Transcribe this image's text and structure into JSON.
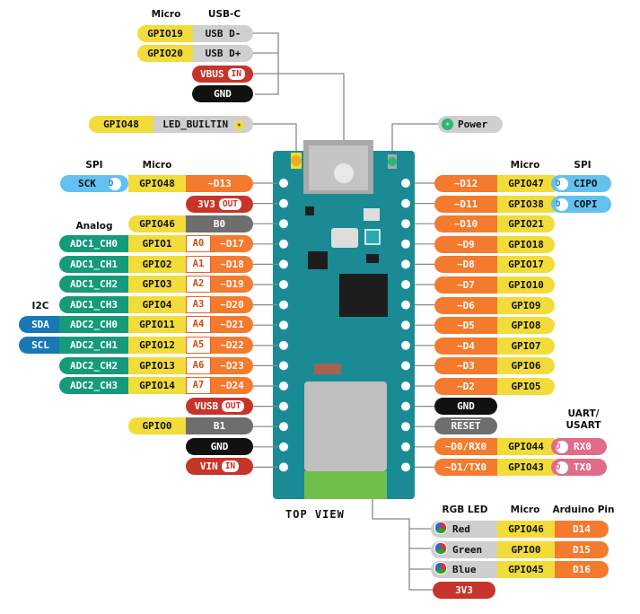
{
  "colors": {
    "yellow": "#f2dc3a",
    "orange": "#f47a2d",
    "gray": "#cfcfcf",
    "darkgray": "#6e6e6e",
    "teal": "#159a7a",
    "blue": "#1a78b6",
    "lightblue": "#63c1ef",
    "red": "#c7342a",
    "black": "#111111",
    "pink": "#e06c8a",
    "board": "#1a8b94"
  },
  "usb": {
    "hdr_micro": "Micro",
    "hdr_usbc": "USB-C",
    "rows": [
      {
        "micro": "GPIO19",
        "pin": "USB D-"
      },
      {
        "micro": "GPIO20",
        "pin": "USB D+"
      }
    ],
    "vbus": "VBUS",
    "vbus_badge": "IN",
    "gnd": "GND"
  },
  "led_builtin": {
    "micro": "GPIO48",
    "label": "LED_BUILTIN"
  },
  "power": "Power",
  "left": {
    "hdr_spi": "SPI",
    "hdr_micro": "Micro",
    "hdr_analog": "Analog",
    "hdr_i2c": "I2C",
    "sck": "SCK",
    "sck_dir": "D",
    "d13_micro": "GPIO48",
    "d13": "~D13",
    "v33": "3V3",
    "v33_badge": "OUT",
    "b0_micro": "GPIO46",
    "b0": "B0",
    "analog_rows": [
      {
        "i2c": "",
        "adc": "ADC1_CH0",
        "micro": "GPIO1",
        "a": "A0",
        "d": "~D17"
      },
      {
        "i2c": "",
        "adc": "ADC1_CH1",
        "micro": "GPIO2",
        "a": "A1",
        "d": "~D18"
      },
      {
        "i2c": "",
        "adc": "ADC1_CH2",
        "micro": "GPIO3",
        "a": "A2",
        "d": "~D19"
      },
      {
        "i2c": "",
        "adc": "ADC1_CH3",
        "micro": "GPIO4",
        "a": "A3",
        "d": "~D20"
      },
      {
        "i2c": "SDA",
        "adc": "ADC2_CH0",
        "micro": "GPIO11",
        "a": "A4",
        "d": "~D21"
      },
      {
        "i2c": "SCL",
        "adc": "ADC2_CH1",
        "micro": "GPIO12",
        "a": "A5",
        "d": "~D22"
      },
      {
        "i2c": "",
        "adc": "ADC2_CH2",
        "micro": "GPIO13",
        "a": "A6",
        "d": "~D23"
      },
      {
        "i2c": "",
        "adc": "ADC2_CH3",
        "micro": "GPIO14",
        "a": "A7",
        "d": "~D24"
      }
    ],
    "vusb": "VUSB",
    "vusb_badge": "OUT",
    "b1_micro": "GPIO0",
    "b1": "B1",
    "gnd": "GND",
    "vin": "VIN",
    "vin_badge": "IN"
  },
  "right": {
    "hdr_micro": "Micro",
    "hdr_spi": "SPI",
    "hdr_uart": "UART/",
    "hdr_usart": "USART",
    "rows": [
      {
        "d": "~D12",
        "micro": "GPIO47",
        "spi": "CIPO",
        "dir": "D"
      },
      {
        "d": "~D11",
        "micro": "GPIO38",
        "spi": "COPI",
        "dir": "D"
      },
      {
        "d": "~D10",
        "micro": "GPIO21",
        "spi": "",
        "dir": ""
      },
      {
        "d": "~D9",
        "micro": "GPIO18",
        "spi": "",
        "dir": ""
      },
      {
        "d": "~D8",
        "micro": "GPIO17",
        "spi": "",
        "dir": ""
      },
      {
        "d": "~D7",
        "micro": "GPIO10",
        "spi": "",
        "dir": ""
      },
      {
        "d": "~D6",
        "micro": "GPIO9",
        "spi": "",
        "dir": ""
      },
      {
        "d": "~D5",
        "micro": "GPIO8",
        "spi": "",
        "dir": ""
      },
      {
        "d": "~D4",
        "micro": "GPIO7",
        "spi": "",
        "dir": ""
      },
      {
        "d": "~D3",
        "micro": "GPIO6",
        "spi": "",
        "dir": ""
      },
      {
        "d": "~D2",
        "micro": "GPIO5",
        "spi": "",
        "dir": ""
      }
    ],
    "gnd": "GND",
    "reset": "RESET",
    "uart_rows": [
      {
        "d": "~D0/RX0",
        "micro": "GPIO44",
        "uart": "RX0",
        "dir": "D"
      },
      {
        "d": "~D1/TX0",
        "micro": "GPIO43",
        "uart": "TX0",
        "dir": "D"
      }
    ]
  },
  "rgb": {
    "hdr_led": "RGB LED",
    "hdr_micro": "Micro",
    "hdr_pin": "Arduino Pin",
    "rows": [
      {
        "color": "Red",
        "micro": "GPIO46",
        "pin": "D14"
      },
      {
        "color": "Green",
        "micro": "GPIO0",
        "pin": "D15"
      },
      {
        "color": "Blue",
        "micro": "GPIO45",
        "pin": "D16"
      }
    ],
    "v33": "3V3"
  },
  "top_view": "TOP VIEW"
}
